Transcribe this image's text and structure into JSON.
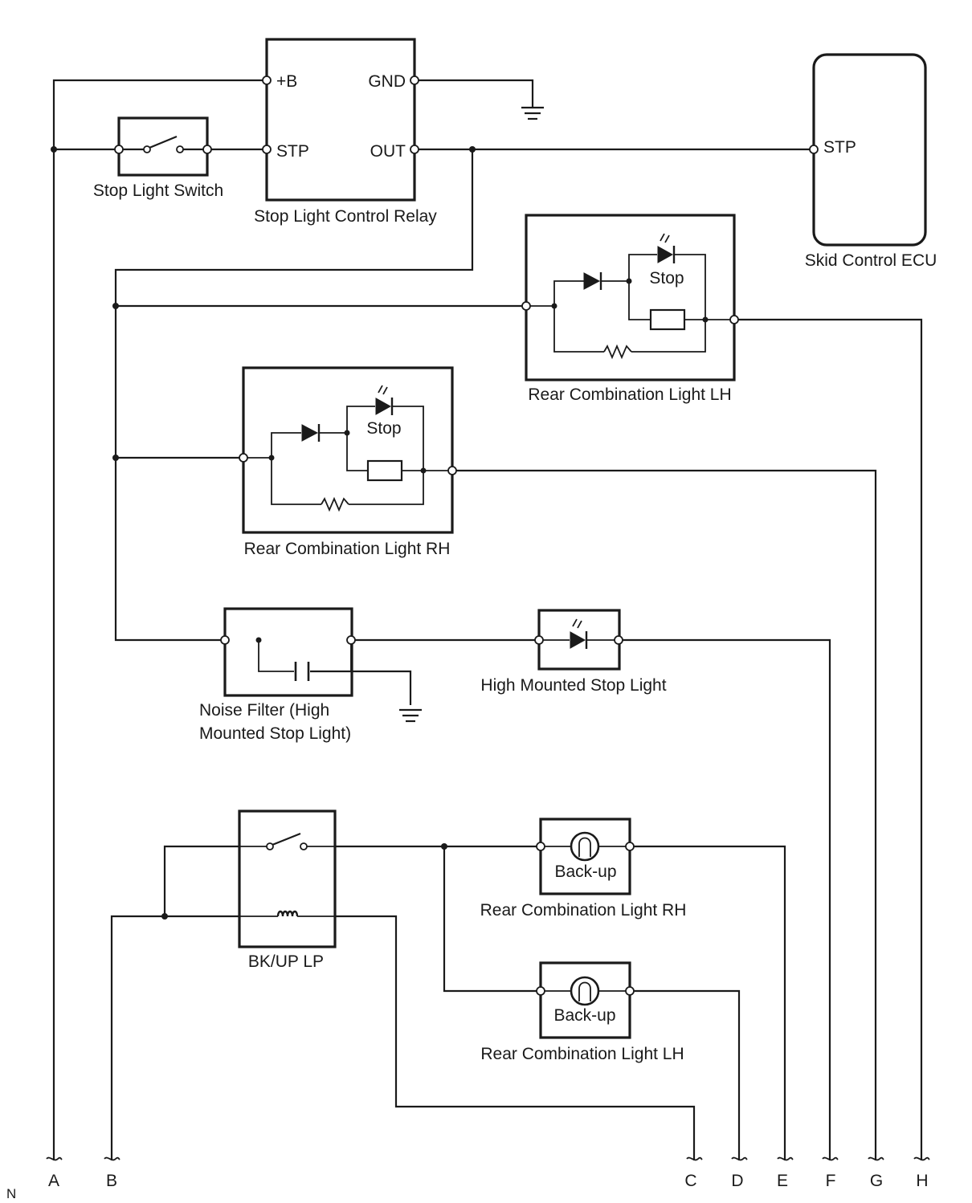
{
  "components": {
    "stop_light_switch": "Stop Light Switch",
    "stop_light_control_relay": "Stop Light Control Relay",
    "skid_control_ecu": "Skid Control ECU",
    "rear_combination_light_lh_stop": "Rear Combination Light LH",
    "rear_combination_light_rh_stop": "Rear Combination Light RH",
    "noise_filter_line1": "Noise Filter (High",
    "noise_filter_line2": "Mounted Stop Light)",
    "high_mounted_stop_light": "High Mounted Stop Light",
    "bk_up_lp": "BK/UP LP",
    "rear_combination_light_rh_backup": "Rear Combination Light RH",
    "rear_combination_light_lh_backup": "Rear Combination Light LH"
  },
  "pins": {
    "relay_plus_b": "+B",
    "relay_gnd": "GND",
    "relay_stp": "STP",
    "relay_out": "OUT",
    "ecu_stp": "STP"
  },
  "inner_labels": {
    "stop_lh": "Stop",
    "stop_rh": "Stop",
    "backup_rh": "Back-up",
    "backup_lh": "Back-up"
  },
  "connectors": [
    "A",
    "B",
    "C",
    "D",
    "E",
    "F",
    "G",
    "H"
  ],
  "corner_mark": "N"
}
